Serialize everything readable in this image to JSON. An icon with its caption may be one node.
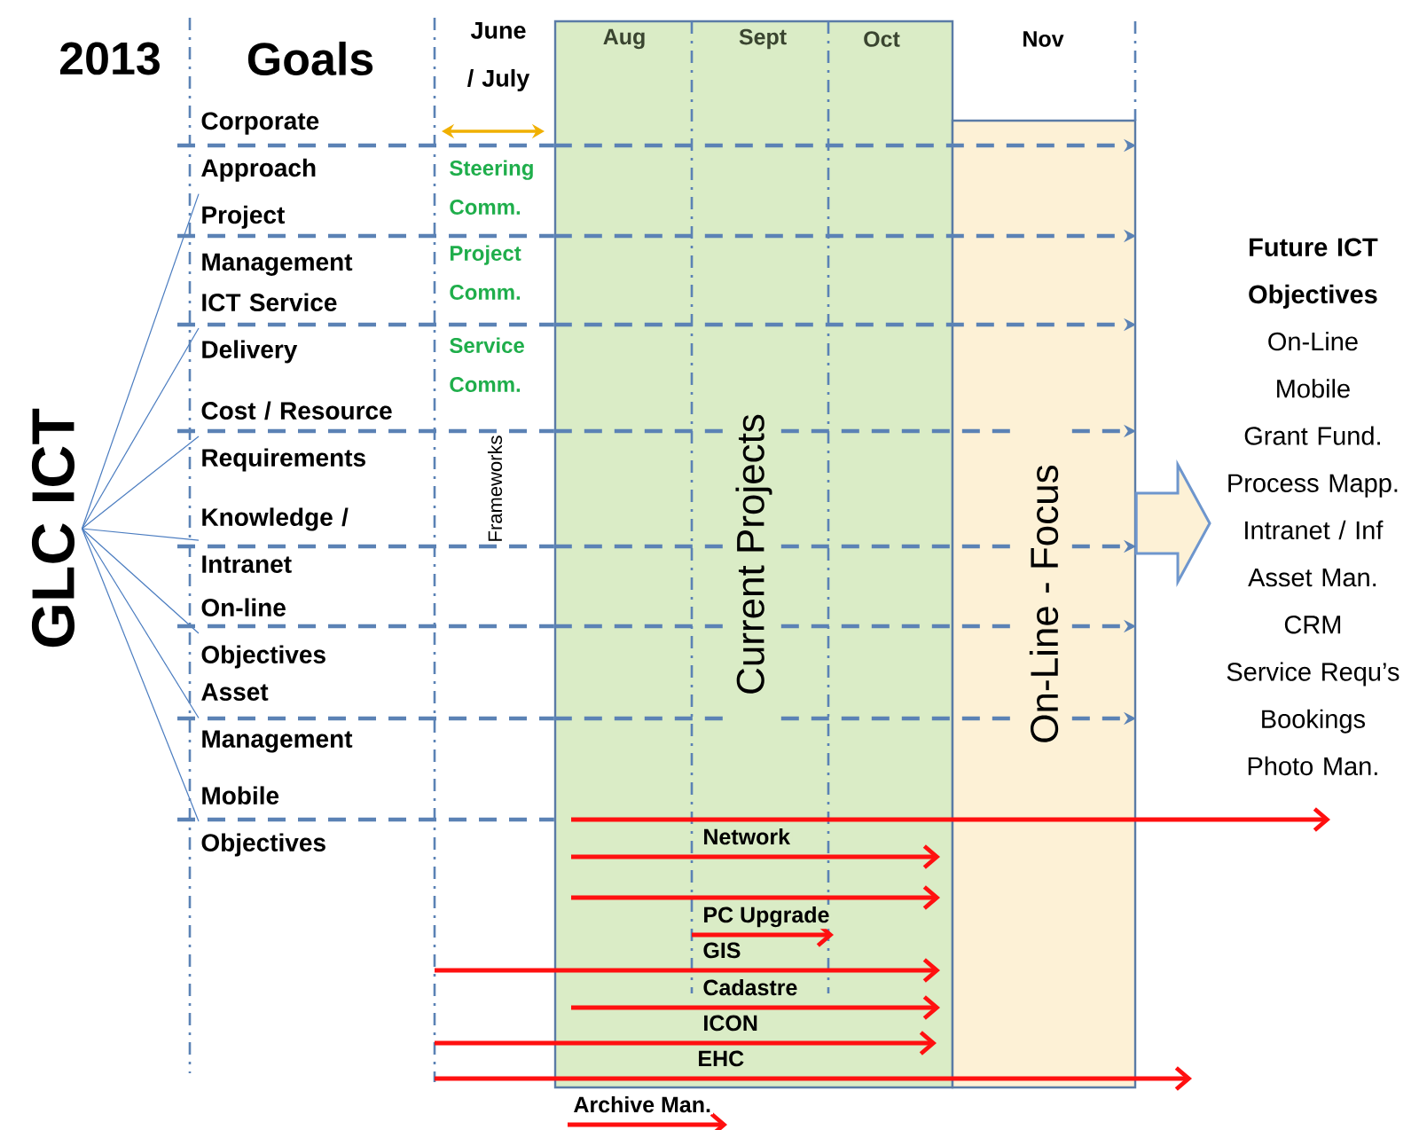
{
  "diagram": {
    "nodes": [
      {
        "text": [
          "GLC ICT"
        ]
      },
      {
        "text": [
          "Corporate Approach Project Management"
        ]
      },
      {
        "text": [
          "ICT Service Delivery"
        ]
      },
      {
        "text": [
          "Cost / Resource Requirements"
        ]
      },
      {
        "text": [
          "Knowledge / Intranet"
        ]
      },
      {
        "text": [
          "On-line Objectives"
        ]
      },
      {
        "text": [
          "Asset Management"
        ]
      },
      {
        "text": [
          "Mobile Objectives"
        ]
      },
      {
        "text": [
          "Current Projects"
        ]
      },
      {
        "text": [
          "On-Line - Focus"
        ]
      },
      {
        "text": [
          "Future ICT Objectives",
          "On-Line",
          "Mobile",
          "Grant Fund.",
          "Process Mapp.",
          "Intranet / Inf",
          "Asset Man.",
          "CRM",
          "Service Requ’s",
          "Bookings",
          "Photo Man."
        ]
      }
    ],
    "edges": [
      {
        "from": 0,
        "to": 1,
        "arrow": "none"
      },
      {
        "from": 0,
        "to": 2,
        "arrow": "none"
      },
      {
        "from": 0,
        "to": 3,
        "arrow": "none"
      },
      {
        "from": 0,
        "to": 4,
        "arrow": "none"
      },
      {
        "from": 0,
        "to": 5,
        "arrow": "none"
      },
      {
        "from": 0,
        "to": 6,
        "arrow": "none"
      },
      {
        "from": 0,
        "to": 7,
        "arrow": "none"
      },
      {
        "from": 9,
        "to": 10,
        "arrow": "to",
        "style": "thick"
      },
      {
        "from": 1,
        "to": 8,
        "arrow": "none",
        "style": "dashed"
      },
      {
        "from": 8,
        "to": 9,
        "arrow": "to",
        "style": "dashed"
      },
      {
        "from": 1,
        "to": 8,
        "arrow": "none",
        "style": "dashed"
      },
      {
        "from": 8,
        "to": 9,
        "arrow": "to",
        "style": "dashed"
      },
      {
        "from": 2,
        "to": 8,
        "arrow": "none",
        "style": "dashed"
      },
      {
        "from": 8,
        "to": 9,
        "arrow": "to",
        "style": "dashed"
      },
      {
        "from": 3,
        "to": 8,
        "arrow": "none",
        "style": "dashed"
      },
      {
        "from": 8,
        "to": 9,
        "arrow": "to",
        "style": "dashed"
      },
      {
        "from": 4,
        "to": 8,
        "arrow": "none",
        "style": "dashed"
      },
      {
        "from": 8,
        "to": 9,
        "arrow": "to",
        "style": "dashed"
      },
      {
        "from": 5,
        "to": 8,
        "arrow": "none",
        "style": "dashed"
      },
      {
        "from": 8,
        "to": 9,
        "arrow": "to",
        "style": "dashed"
      },
      {
        "from": 6,
        "to": 8,
        "arrow": "none",
        "style": "dashed"
      },
      {
        "from": 8,
        "to": 9,
        "arrow": "to",
        "style": "dashed"
      },
      {
        "from": 7,
        "to": 8,
        "arrow": "none",
        "style": "dashed"
      }
    ],
    "labels": [
      "2013",
      "Goals",
      "June / July",
      "Aug",
      "Sept",
      "Oct",
      "Nov",
      "Steering Comm.",
      "Project Comm.",
      "Service Comm.",
      "Frameworks",
      "Network",
      "PC Upgrade",
      "GIS",
      "Cadastre",
      "ICON",
      "EHC",
      "Archive Man."
    ]
  }
}
